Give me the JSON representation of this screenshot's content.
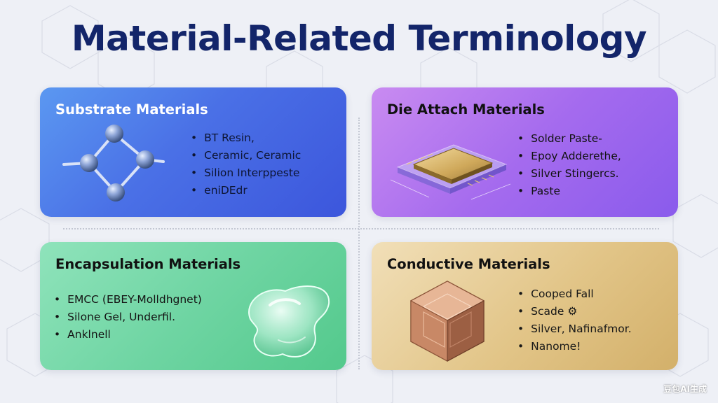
{
  "header": {
    "title": "Material-Related Terminology"
  },
  "cards": {
    "substrate": {
      "title": "Substrate Materials",
      "items": [
        "BT Resin,",
        "Ceramic, Ceramic",
        "Silion Interppeste",
        "eniDEdr"
      ],
      "icon": "molecule-icon"
    },
    "die_attach": {
      "title": "Die Attach Materials",
      "items": [
        "Solder Paste-",
        "Epoy Adderethe,",
        "Silver Stingercs.",
        "Paste"
      ],
      "icon": "chip-icon"
    },
    "encapsulation": {
      "title": "Encapsulation Materials",
      "items": [
        "EMCC (EBEY-Molldhgnet)",
        "Silone Gel, Underfil.",
        "Anklnell"
      ],
      "icon": "gel-blob-icon"
    },
    "conductive": {
      "title": "Conductive Materials",
      "items": [
        "Cooped Fall",
        "Scade ⚙",
        "Silver, Nafinafmor.",
        "Nanome!"
      ],
      "icon": "copper-cube-icon"
    }
  },
  "watermark": "豆包AI生成",
  "colors": {
    "title": "#13256a",
    "substrate": "#4a70e6",
    "die_attach": "#a56bee",
    "encapsulation": "#6fd5a3",
    "conductive": "#e2c588",
    "background": "#eef0f6"
  }
}
